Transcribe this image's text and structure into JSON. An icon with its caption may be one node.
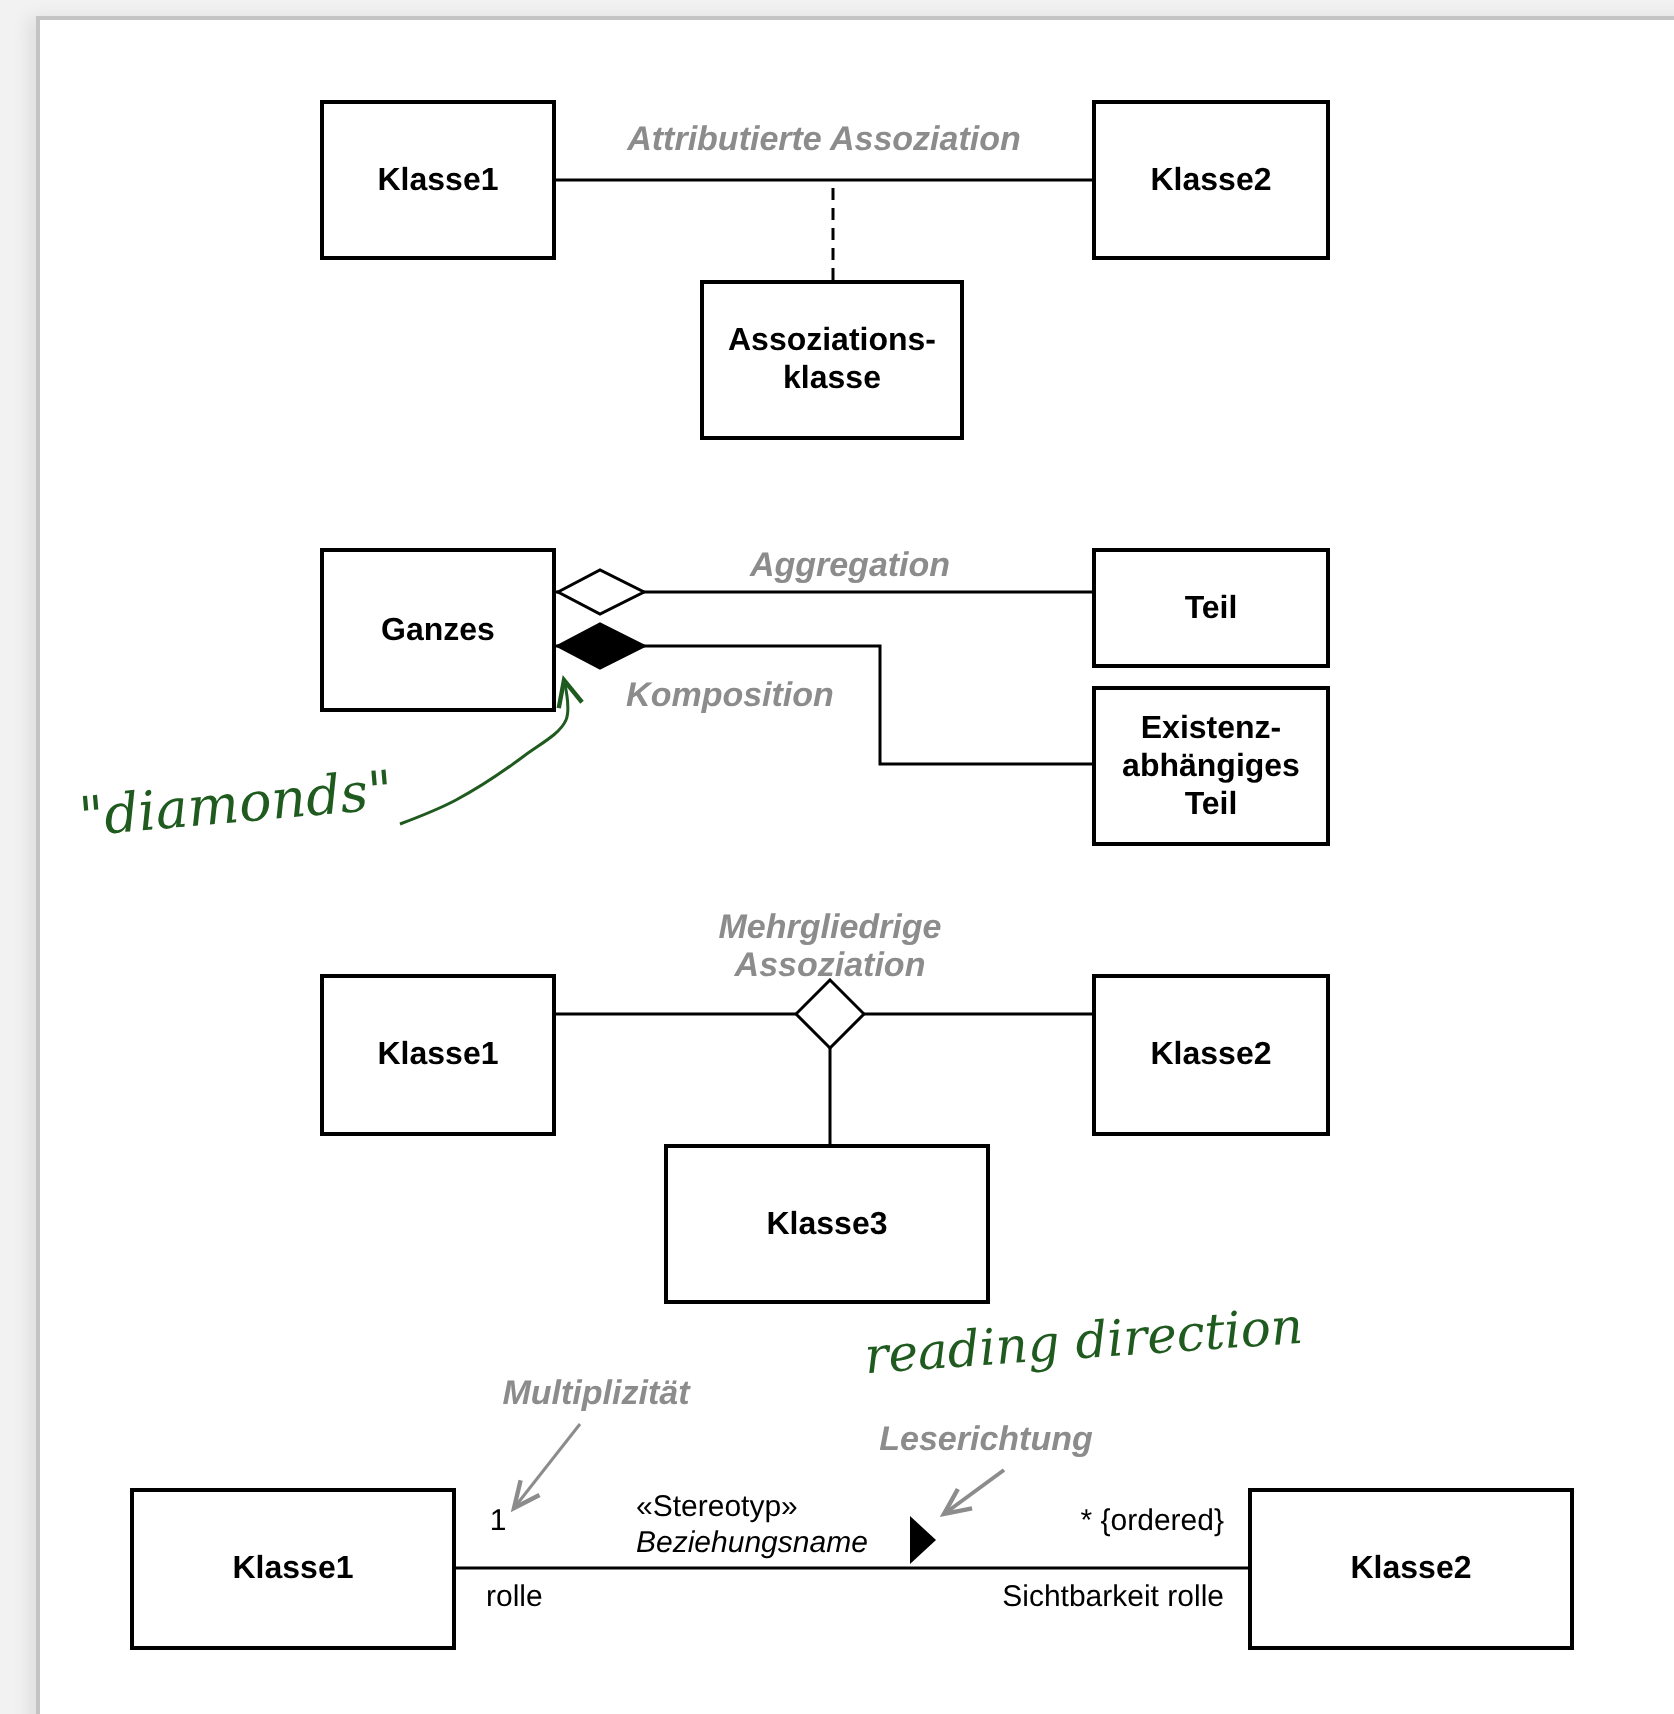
{
  "diagram": {
    "nodes": [
      {
        "text": [
          "Klasse1"
        ]
      },
      {
        "text": [
          "Klasse2"
        ]
      },
      {
        "text": [
          "Assoziations- klasse"
        ]
      },
      {
        "text": [
          "Ganzes"
        ]
      },
      {
        "text": [
          "Teil"
        ]
      },
      {
        "text": [
          "Existenz- abhängiges Teil"
        ]
      },
      {
        "text": [
          "Klasse1"
        ]
      },
      {
        "text": [],
        "shape": "diamond",
        "beside": [
          "Mehrgliedrige Assoziation"
        ]
      },
      {
        "text": [
          "Klasse2"
        ]
      },
      {
        "text": [
          "Klasse3"
        ]
      },
      {
        "text": [
          "Klasse1"
        ]
      },
      {
        "text": [
          "Klasse2"
        ]
      },
      {
        "text": [
          "\"diamonds\""
        ]
      },
      {
        "text": [
          "Multiplizität"
        ]
      },
      {
        "text": [
          "Leserichtung"
        ]
      },
      {
        "text": [
          "1"
        ]
      }
    ],
    "edges": [
      {
        "from": 0,
        "to": 1,
        "arrow": "none",
        "label": "Attributierte Assoziation"
      },
      {
        "from": 2,
        "to": null,
        "arrow": "none",
        "style": "dashed"
      },
      {
        "from": 3,
        "to": 4,
        "arrow": "other",
        "label": "Aggregation"
      },
      {
        "from": 3,
        "to": 5,
        "arrow": "other",
        "label": "Komposition"
      },
      {
        "from": 6,
        "to": 7,
        "arrow": "none"
      },
      {
        "from": 7,
        "to": 8,
        "arrow": "none"
      },
      {
        "from": 7,
        "to": 9,
        "arrow": "none"
      },
      {
        "from": 10,
        "to": 11,
        "arrow": "none",
        "label": "«Stereotyp» *Beziehungsname*"
      },
      {
        "from": 12,
        "to": 3,
        "arrow": "to",
        "color": "#1f5a1f"
      },
      {
        "from": 13,
        "to": 15,
        "arrow": "to",
        "color": "#8c8c8c"
      },
      {
        "from": 14,
        "to": null,
        "arrow": "to",
        "color": "#8c8c8c"
      }
    ],
    "labels": [
      "reading direction",
      "* {ordered}",
      "rolle",
      "Sichtbarkeit rolle"
    ]
  }
}
